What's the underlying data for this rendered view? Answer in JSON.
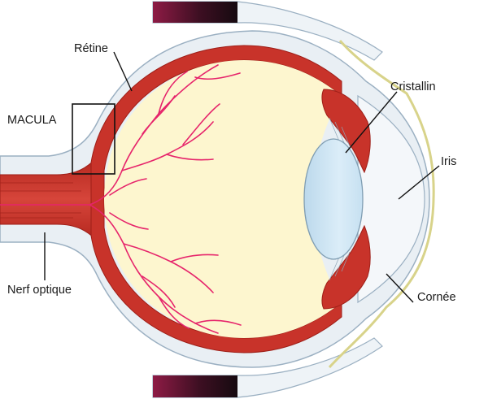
{
  "labels": {
    "retina": "Rétine",
    "macula": "MACULA",
    "optic_nerve": "Nerf optique",
    "lens": "Cristallin",
    "iris": "Iris",
    "cornea": "Cornée"
  },
  "colors": {
    "sclera": "#e9eff4",
    "outline": "#9bb0c2",
    "choroid": "#c8332a",
    "choroid_dark": "#9e1f18",
    "vitreous": "#fdf6cf",
    "vessels": "#e6246b",
    "lens": "#cfe5f3",
    "lid_dark": "#1b0e14",
    "lid_red": "#9a1f4c",
    "conjunctiva": "#e8e3a6",
    "leader": "#111111"
  }
}
